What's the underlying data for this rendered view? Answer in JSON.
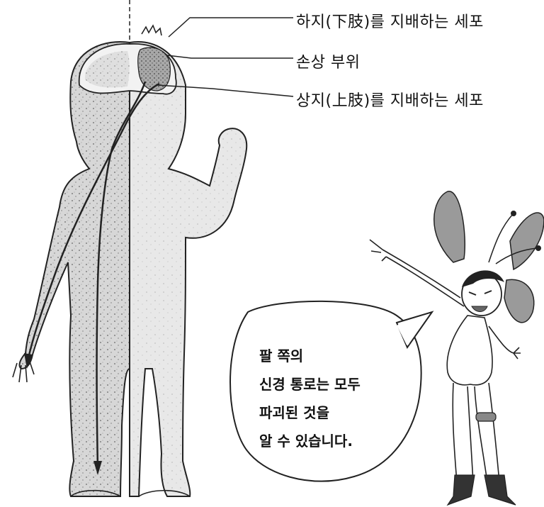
{
  "labels": {
    "lower_limb_cells": "하지(下肢)를 지배하는 세포",
    "damaged_area": "손상 부위",
    "upper_limb_cells": "상지(上肢)를 지배하는 세포"
  },
  "speech_bubble": {
    "lines": [
      "팔 쪽의",
      "신경 통로는 모두",
      "파괴된 것을",
      "알 수 있습니다."
    ]
  }
}
